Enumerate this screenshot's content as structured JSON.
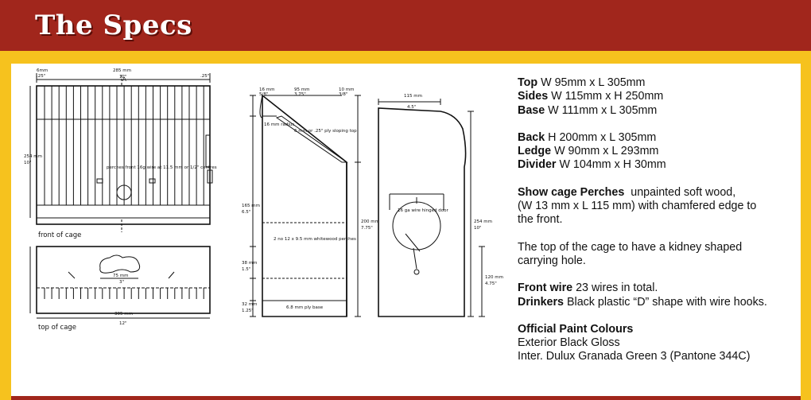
{
  "header": {
    "title": "The Specs"
  },
  "colors": {
    "frame": "#a1261c",
    "band": "#f6c21e",
    "panel": "#ffffff"
  },
  "drawing_labels": {
    "front": "front of cage",
    "top": "top of cage",
    "width_285": "285 mm",
    "width_12": "12\"",
    "height_254": "254 mm",
    "height_10": "10\"",
    "dim_6": "6mm",
    "dim_25": ".25\"",
    "dim_25b": ".25\"",
    "perch_note": "perches front 16g wire at 11.5 mm or 1/2\" centres",
    "section_a": "A",
    "top_dim_95": "95 mm",
    "top_dim_375": "3.75\"",
    "top_16": "16 mm",
    "top_58": "5/8\"",
    "top_10mm": "10 mm",
    "top_38": "3/8\"",
    "radius": "16 mm radius",
    "ply_sloping": "6 mm or .25\" ply sloping top",
    "dim_165": "165 mm",
    "dim_65": "6.5\"",
    "dim_200": "200 mm",
    "dim_775": "7.75\"",
    "perches_note": "2 no 12 x 9.5 mm whitewood perches",
    "ply_base": "6.8 mm ply base",
    "dim_38mm": "38 mm",
    "dim_15": "1.5\"",
    "dim_32": "32 mm",
    "dim_125": "1.25\"",
    "dim_115": "115 mm",
    "dim_45": "4.5\"",
    "door_note": "16 ga wire hinged door",
    "dim_120": "120 mm",
    "dim_475": "4.75\"",
    "dim_254b": "254 mm",
    "dim_10b": "10\"",
    "top_width": "305 mm",
    "top_12": "12\"",
    "kidney_75": "75 mm",
    "kidney_3": "3\""
  },
  "specs": {
    "top_label": "Top",
    "top_value": "W 95mm x L 305mm",
    "sides_label": "Sides",
    "sides_value": "W 115mm x H 250mm",
    "base_label": "Base",
    "base_value": "W 111mm x L 305mm",
    "back_label": "Back",
    "back_value": "H 200mm x L 305mm",
    "ledge_label": "Ledge",
    "ledge_value": "W 90mm x L 293mm",
    "divider_label": "Divider",
    "divider_value": "W 104mm x H 30mm",
    "perches_label": "Show cage Perches",
    "perches_value": "unpainted soft wood,",
    "perches_line2": "(W 13 mm x L 115 mm) with chamfered edge to",
    "perches_line3": "the front.",
    "top_note_1": "The top of the cage to have a kidney shaped",
    "top_note_2": "carrying hole.",
    "front_wire_label": "Front wire",
    "front_wire_value": "23 wires in total.",
    "drinkers_label": "Drinkers",
    "drinkers_value": "Black plastic “D” shape with wire hooks.",
    "paint_label": "Official Paint Colours",
    "paint_1": "Exterior Black Gloss",
    "paint_2": "Inter. Dulux Granada Green 3 (Pantone 344C)"
  }
}
